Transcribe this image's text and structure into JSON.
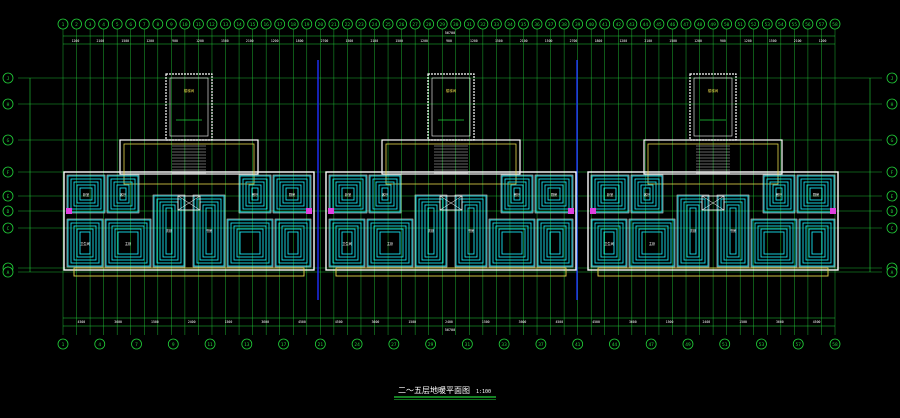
{
  "drawing": {
    "title": "二～五层地暖平面图",
    "scale": "1:100",
    "colors": {
      "background": "#000000",
      "grid": "#22d03a",
      "axis_bubble": "#22d03a",
      "pipe": "#18e0f0",
      "wall": "#ffffff",
      "accent": "#e8d84a",
      "magenta": "#e040e0",
      "divider": "#2030ff",
      "title_underline": "#22d03a"
    },
    "top_axis_labels": [
      "1",
      "2",
      "3",
      "4",
      "5",
      "6",
      "7",
      "8",
      "9",
      "10",
      "11",
      "12",
      "13",
      "14",
      "15",
      "16",
      "17",
      "18",
      "19",
      "20",
      "21",
      "22",
      "23",
      "24",
      "25",
      "26",
      "27",
      "28",
      "29",
      "30",
      "31",
      "32",
      "33",
      "34",
      "35",
      "36",
      "37",
      "38",
      "39",
      "40",
      "41",
      "42",
      "43",
      "44",
      "45",
      "46",
      "47",
      "48",
      "49",
      "50",
      "51",
      "52",
      "53",
      "54",
      "55",
      "56",
      "57",
      "58"
    ],
    "bottom_axis_labels": [
      "1",
      "4",
      "7",
      "9",
      "11",
      "13",
      "17",
      "21",
      "24",
      "27",
      "29",
      "31",
      "33",
      "37",
      "41",
      "44",
      "47",
      "49",
      "51",
      "53",
      "57",
      "58"
    ],
    "left_axis_labels": [
      "J",
      "H",
      "G",
      "F",
      "E",
      "D",
      "C",
      "B",
      "A"
    ],
    "right_axis_labels": [
      "J",
      "H",
      "G",
      "F",
      "E",
      "D",
      "C",
      "B",
      "A"
    ],
    "overall_dimension": "56700",
    "top_dimensions": [
      "1200",
      "2100",
      "1500",
      "1200",
      "900",
      "1200",
      "1500",
      "2100",
      "1200",
      "1800",
      "2700",
      "1500",
      "2100",
      "1500",
      "1200",
      "900",
      "1200",
      "1500",
      "2100",
      "1500",
      "2700",
      "1800",
      "1200",
      "2100",
      "1500",
      "1200",
      "900",
      "1200",
      "1500",
      "2100",
      "1200"
    ],
    "bottom_dimensions": [
      "4500",
      "3600",
      "1500",
      "2400",
      "1500",
      "3600",
      "4500",
      "4500",
      "3600",
      "1500",
      "2400",
      "1500",
      "3600",
      "4500",
      "4500",
      "3600",
      "1500",
      "2400",
      "1500",
      "3600",
      "4500"
    ],
    "room_labels": [
      "卧室",
      "客厅",
      "餐厅",
      "厨房",
      "卫生间",
      "主卧",
      "次卧",
      "书房",
      "卧室",
      "客厅",
      "餐厅",
      "厨房",
      "卫生间",
      "主卧",
      "次卧",
      "书房",
      "卧室",
      "客厅",
      "餐厅",
      "厨房",
      "卫生间",
      "主卧",
      "次卧",
      "书房"
    ],
    "stair_labels": [
      "楼梯间",
      "楼梯间",
      "楼梯间"
    ]
  }
}
